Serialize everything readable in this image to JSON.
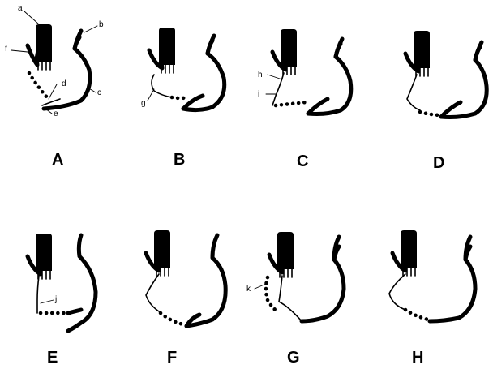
{
  "panels": [
    {
      "label": "A",
      "pointers": [
        "a",
        "b",
        "f",
        "c",
        "d",
        "e"
      ]
    },
    {
      "label": "B",
      "pointers": [
        "g"
      ]
    },
    {
      "label": "C",
      "pointers": [
        "h",
        "i"
      ]
    },
    {
      "label": "D",
      "pointers": []
    },
    {
      "label": "E",
      "pointers": [
        "j"
      ]
    },
    {
      "label": "F",
      "pointers": []
    },
    {
      "label": "G",
      "pointers": [
        "k"
      ]
    },
    {
      "label": "H",
      "pointers": []
    }
  ],
  "colors": {
    "ink": "#000000",
    "background": "#ffffff"
  }
}
